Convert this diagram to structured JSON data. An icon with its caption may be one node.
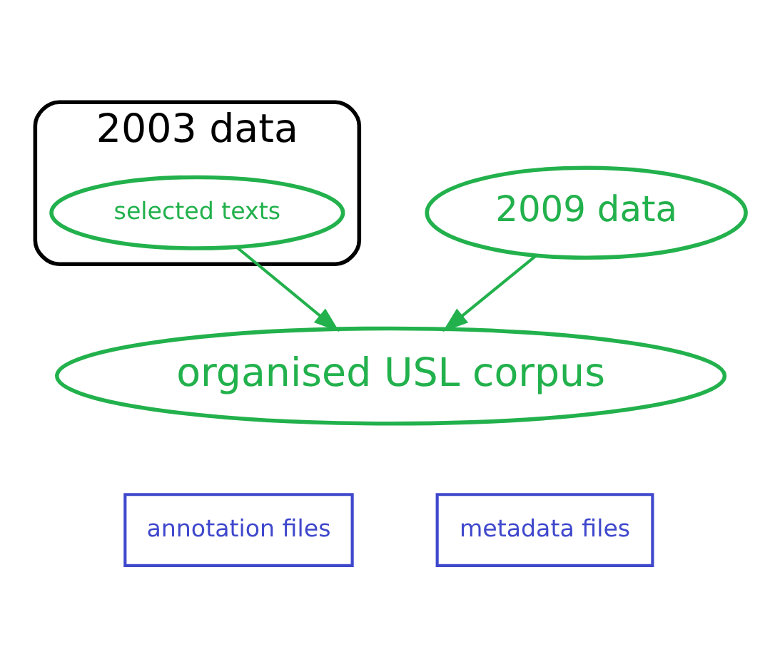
{
  "diagram": {
    "nodes": [
      {
        "text": [
          "2003 data"
        ]
      },
      {
        "text": [
          "selected texts"
        ],
        "in": 0
      },
      {
        "text": [
          "2009 data"
        ]
      },
      {
        "text": [
          "organised USL corpus"
        ]
      },
      {
        "text": [
          "annotation files"
        ]
      },
      {
        "text": [
          "metadata files"
        ]
      }
    ],
    "edges": [
      {
        "from": 1,
        "to": 3,
        "arrow": "to"
      },
      {
        "from": 2,
        "to": 3,
        "arrow": "to"
      }
    ]
  }
}
